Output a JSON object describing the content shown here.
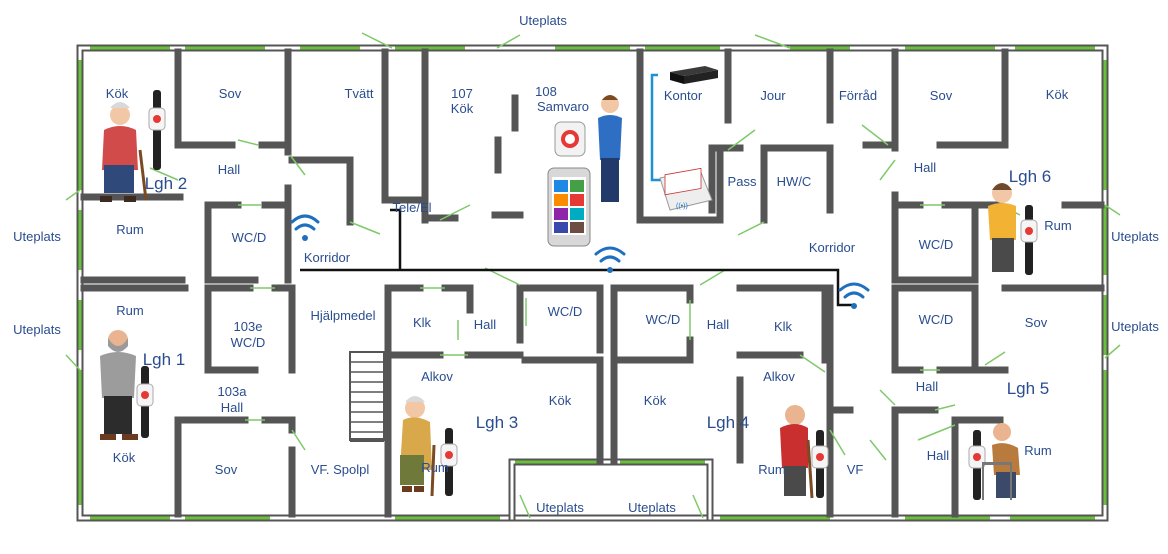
{
  "colors": {
    "label": "#2a4d8f",
    "wall": "#555555",
    "window": "#6abf3b",
    "network": "#111111",
    "wifi": "#1e6fc0"
  },
  "labels": {
    "uteplats_top": "Uteplats",
    "uteplats_left_1": "Uteplats",
    "uteplats_left_2": "Uteplats",
    "uteplats_right_1": "Uteplats",
    "uteplats_right_2": "Uteplats",
    "uteplats_bottom_1": "Uteplats",
    "uteplats_bottom_2": "Uteplats",
    "lgh2_kok": "Kök",
    "lgh2_sov": "Sov",
    "lgh2_hall": "Hall",
    "lgh2_rum": "Rum",
    "lgh2_wcd": "WC/D",
    "tvatt": "Tvätt",
    "r107_num": "107",
    "r107_name": "Kök",
    "r108_num": "108",
    "r108_name": "Samvaro",
    "kontor": "Kontor",
    "jour": "Jour",
    "forrad": "Förråd",
    "lgh6_sov": "Sov",
    "lgh6_kok": "Kök",
    "lgh6_hall": "Hall",
    "lgh6_rum": "Rum",
    "lgh6_wcd": "WC/D",
    "pass": "Pass",
    "hwc": "HW/C",
    "tele": "Tele/El",
    "korridor_left": "Korridor",
    "korridor_right": "Korridor",
    "hjalpmedel": "Hjälpmedel",
    "lgh1_rum": "Rum",
    "lgh1_103e": "103e",
    "lgh1_wcd": "WC/D",
    "lgh1_103a": "103a",
    "lgh1_hall": "Hall",
    "lgh1_kok": "Kök",
    "lgh1_sov": "Sov",
    "vf_spolpl": "VF. Spolpl",
    "lgh3_klk": "Klk",
    "lgh3_hall": "Hall",
    "lgh3_wcd": "WC/D",
    "lgh3_alkov": "Alkov",
    "lgh3_kok": "Kök",
    "lgh3_rum": "Rum",
    "lgh4_wcd": "WC/D",
    "lgh4_hall": "Hall",
    "lgh4_klk": "Klk",
    "lgh4_alkov": "Alkov",
    "lgh4_kok": "Kök",
    "lgh4_rum": "Rum",
    "vf_right": "VF",
    "lgh5_wcd": "WC/D",
    "lgh5_sov": "Sov",
    "lgh5_hall_1": "Hall",
    "lgh5_hall_2": "Hall",
    "lgh5_rum": "Rum"
  },
  "apartments": {
    "lgh1": "Lgh 1",
    "lgh2": "Lgh 2",
    "lgh3": "Lgh 3",
    "lgh4": "Lgh 4",
    "lgh5": "Lgh 5",
    "lgh6": "Lgh 6"
  }
}
